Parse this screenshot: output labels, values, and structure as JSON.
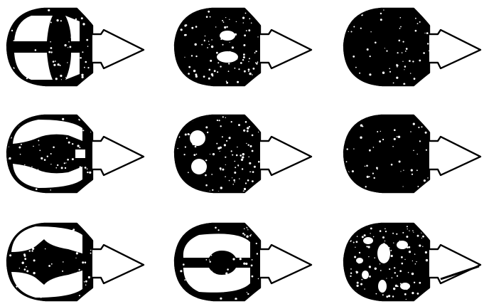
{
  "figure": {
    "ink_color": "#000000",
    "paper_color": "#ffffff",
    "layout": {
      "rows": 3,
      "cols": 3
    },
    "panels": [
      {
        "row": 0,
        "col": 0,
        "pattern": "cross-band",
        "fill_density": "low"
      },
      {
        "row": 0,
        "col": 1,
        "pattern": "two-small-holes",
        "fill_density": "high"
      },
      {
        "row": 0,
        "col": 2,
        "pattern": "solid",
        "fill_density": "full"
      },
      {
        "row": 1,
        "col": 0,
        "pattern": "central-lobe",
        "fill_density": "low"
      },
      {
        "row": 1,
        "col": 1,
        "pattern": "two-round-holes",
        "fill_density": "high"
      },
      {
        "row": 1,
        "col": 2,
        "pattern": "solid",
        "fill_density": "full"
      },
      {
        "row": 2,
        "col": 0,
        "pattern": "arrow-core",
        "fill_density": "low"
      },
      {
        "row": 2,
        "col": 1,
        "pattern": "ring-with-core",
        "fill_density": "medium"
      },
      {
        "row": 2,
        "col": 2,
        "pattern": "multi-hole",
        "fill_density": "high"
      }
    ]
  }
}
